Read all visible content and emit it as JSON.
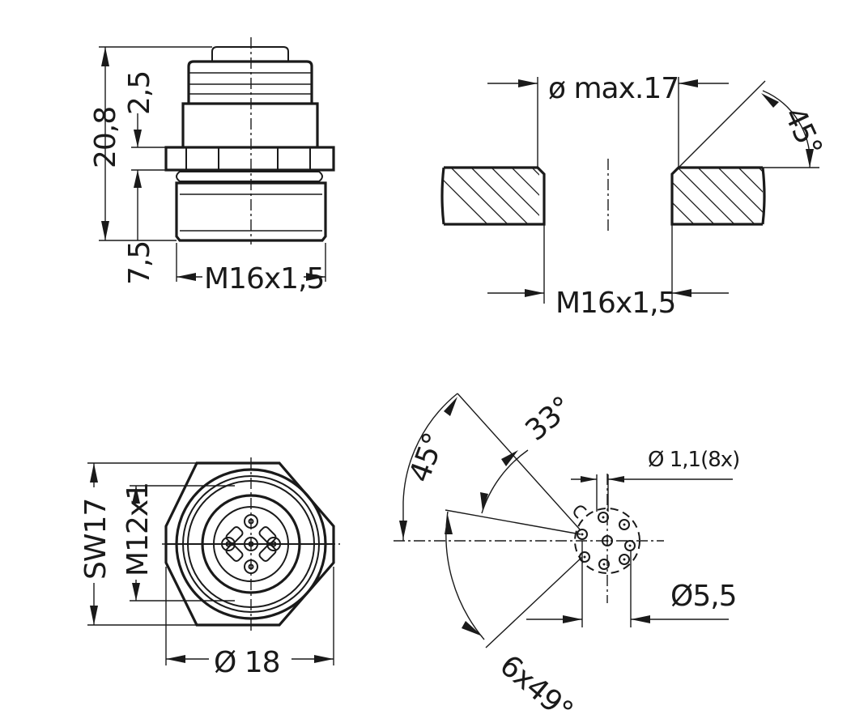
{
  "dimensions": {
    "total_height": "20,8",
    "top_offset": "2,5",
    "thread_length": "7,5",
    "thread_side": "M16x1,5",
    "hole_diameter": "ø max.17",
    "chamfer_angle": "45°",
    "hole_thread": "M16x1,5",
    "wrench_size": "SW17",
    "front_thread": "M12x1",
    "outer_diameter": "Ø 18",
    "angle_left": "45°",
    "angle_offset": "33°",
    "pin_diameter": "Ø 1,1(8x)",
    "pitch_circle": "Ø5,5",
    "pin_spacing": "6x49°"
  }
}
